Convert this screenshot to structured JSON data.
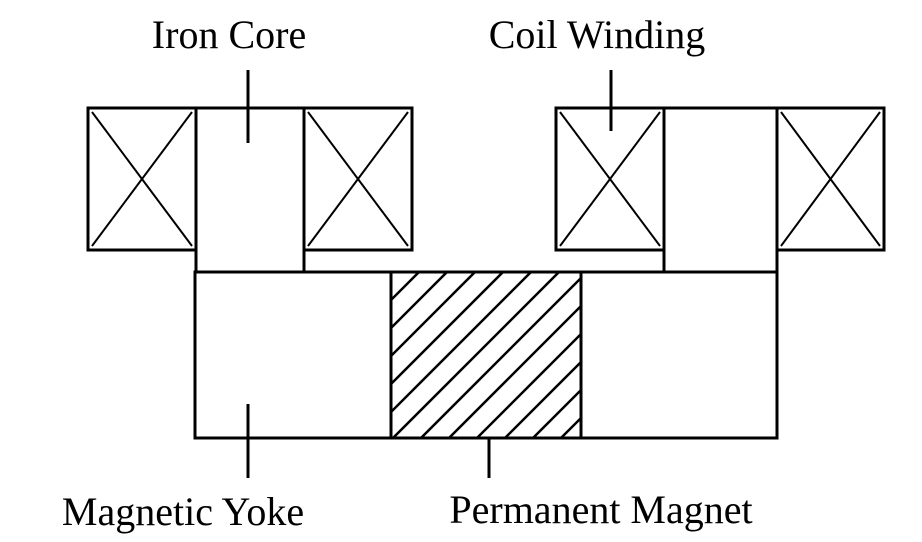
{
  "diagram": {
    "labels": {
      "iron_core": "Iron Core",
      "coil_winding": "Coil Winding",
      "magnetic_yoke": "Magnetic Yoke",
      "permanent_magnet": "Permanent Magnet"
    },
    "components": {
      "coils": 4,
      "iron_cores": 2,
      "yoke_sections": 2,
      "permanent_magnets": 1
    },
    "colors": {
      "line": "#000000",
      "background": "#ffffff"
    }
  }
}
